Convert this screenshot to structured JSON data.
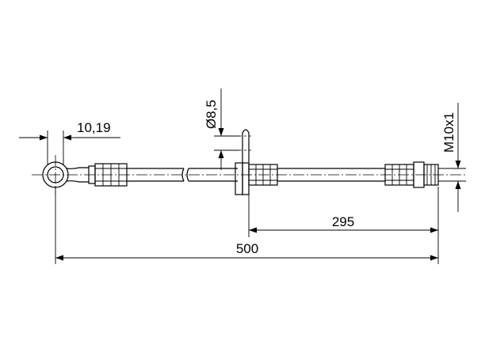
{
  "dimensions": {
    "eye_width": "10,19",
    "bore_diameter": "Ø8,5",
    "thread": "M10x1",
    "bracket_to_end": "295",
    "overall_length": "500"
  }
}
